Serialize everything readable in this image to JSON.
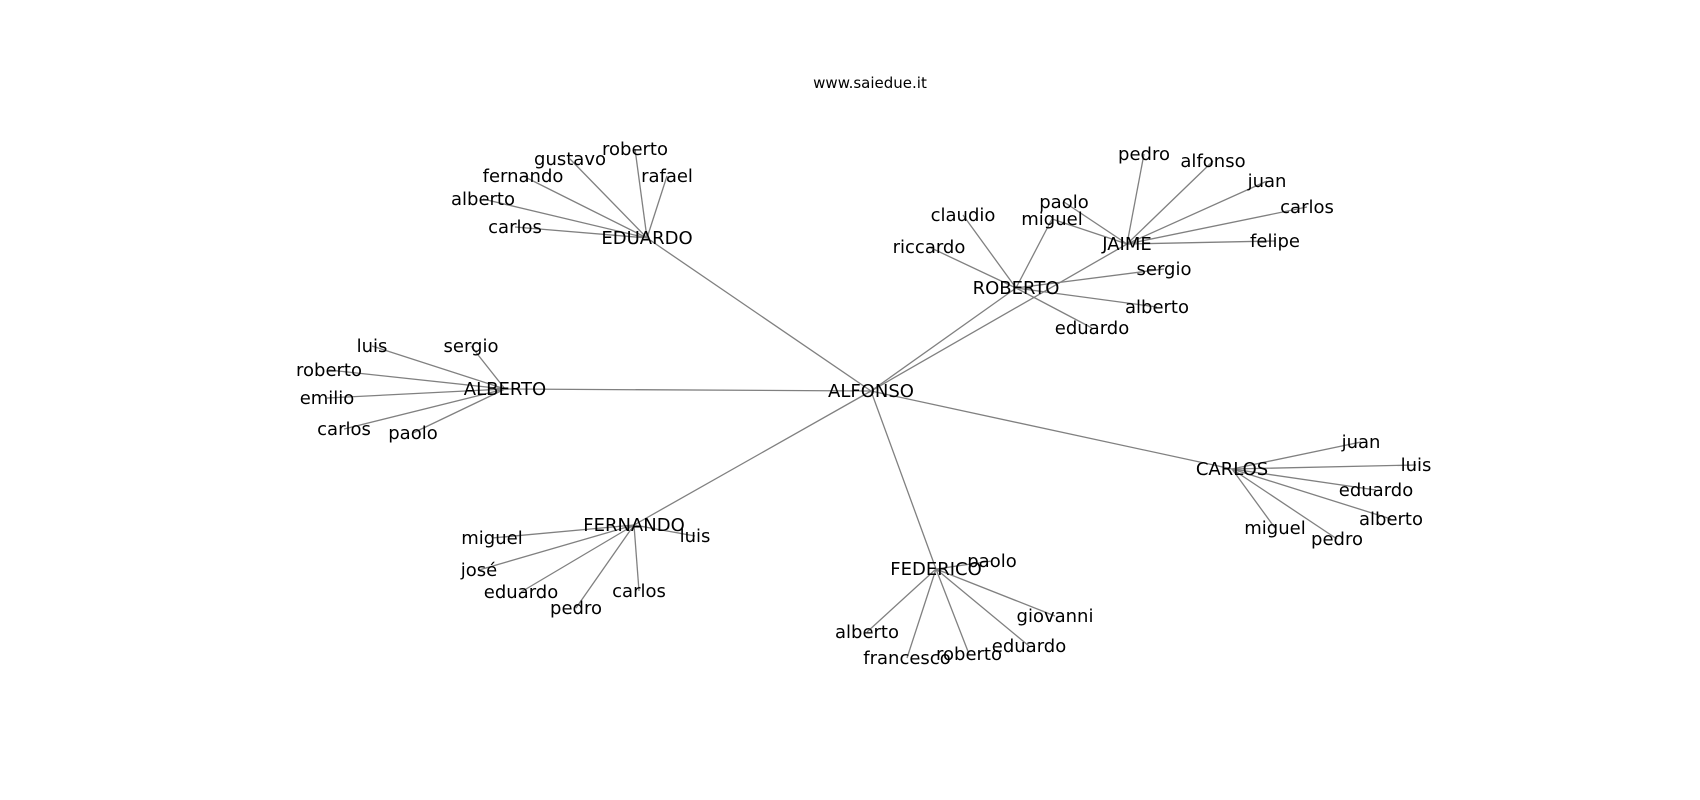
{
  "header": {
    "site": "www.saiedue.it"
  },
  "colors": {
    "edge": "#808080",
    "text": "#000000",
    "background": "#ffffff"
  },
  "nodes": [
    {
      "id": "alfonso",
      "label": "ALFONSO"
    },
    {
      "id": "eduardo",
      "label": "EDUARDO"
    },
    {
      "id": "roberto_main",
      "label": "ROBERTO"
    },
    {
      "id": "jaime",
      "label": "JAIME"
    },
    {
      "id": "alberto_main",
      "label": "ALBERTO"
    },
    {
      "id": "carlos_main",
      "label": "CARLOS"
    },
    {
      "id": "fernando_main",
      "label": "FERNANDO"
    },
    {
      "id": "federico",
      "label": "FEDERICO"
    },
    {
      "id": "ed_roberto",
      "label": "roberto"
    },
    {
      "id": "ed_gustavo",
      "label": "gustavo"
    },
    {
      "id": "ed_rafael",
      "label": "rafael"
    },
    {
      "id": "ed_fernando",
      "label": "fernando"
    },
    {
      "id": "ed_alberto",
      "label": "alberto"
    },
    {
      "id": "ed_carlos",
      "label": "carlos"
    },
    {
      "id": "ja_pedro",
      "label": "pedro"
    },
    {
      "id": "ja_alfonso",
      "label": "alfonso"
    },
    {
      "id": "ja_juan",
      "label": "juan"
    },
    {
      "id": "ja_carlos",
      "label": "carlos"
    },
    {
      "id": "ja_felipe",
      "label": "felipe"
    },
    {
      "id": "ja_paolo",
      "label": "paolo"
    },
    {
      "id": "ja_miguel",
      "label": "miguel"
    },
    {
      "id": "ro_claudio",
      "label": "claudio"
    },
    {
      "id": "ro_riccardo",
      "label": "riccardo"
    },
    {
      "id": "ro_sergio",
      "label": "sergio"
    },
    {
      "id": "ro_alberto",
      "label": "alberto"
    },
    {
      "id": "ro_eduardo",
      "label": "eduardo"
    },
    {
      "id": "al_luis",
      "label": "luis"
    },
    {
      "id": "al_sergio",
      "label": "sergio"
    },
    {
      "id": "al_roberto",
      "label": "roberto"
    },
    {
      "id": "al_emilio",
      "label": "emilio"
    },
    {
      "id": "al_carlos",
      "label": "carlos"
    },
    {
      "id": "al_paolo",
      "label": "paolo"
    },
    {
      "id": "ca_juan",
      "label": "juan"
    },
    {
      "id": "ca_luis",
      "label": "luis"
    },
    {
      "id": "ca_eduardo",
      "label": "eduardo"
    },
    {
      "id": "ca_alberto",
      "label": "alberto"
    },
    {
      "id": "ca_pedro",
      "label": "pedro"
    },
    {
      "id": "ca_miguel",
      "label": "miguel"
    },
    {
      "id": "fe_miguel",
      "label": "miguel"
    },
    {
      "id": "fe_luis",
      "label": "luis"
    },
    {
      "id": "fe_jose",
      "label": "josé"
    },
    {
      "id": "fe_eduardo",
      "label": "eduardo"
    },
    {
      "id": "fe_pedro",
      "label": "pedro"
    },
    {
      "id": "fe_carlos",
      "label": "carlos"
    },
    {
      "id": "fd_paolo",
      "label": "paolo"
    },
    {
      "id": "fd_giovanni",
      "label": "giovanni"
    },
    {
      "id": "fd_eduardo",
      "label": "eduardo"
    },
    {
      "id": "fd_roberto",
      "label": "roberto"
    },
    {
      "id": "fd_francesco",
      "label": "francesco"
    },
    {
      "id": "fd_alberto",
      "label": "alberto"
    }
  ],
  "edges": [
    [
      "alfonso",
      "eduardo"
    ],
    [
      "alfonso",
      "roberto_main"
    ],
    [
      "alfonso",
      "jaime"
    ],
    [
      "alfonso",
      "alberto_main"
    ],
    [
      "alfonso",
      "carlos_main"
    ],
    [
      "alfonso",
      "fernando_main"
    ],
    [
      "alfonso",
      "federico"
    ],
    [
      "eduardo",
      "ed_roberto"
    ],
    [
      "eduardo",
      "ed_gustavo"
    ],
    [
      "eduardo",
      "ed_rafael"
    ],
    [
      "eduardo",
      "ed_fernando"
    ],
    [
      "eduardo",
      "ed_alberto"
    ],
    [
      "eduardo",
      "ed_carlos"
    ],
    [
      "jaime",
      "ja_pedro"
    ],
    [
      "jaime",
      "ja_alfonso"
    ],
    [
      "jaime",
      "ja_juan"
    ],
    [
      "jaime",
      "ja_carlos"
    ],
    [
      "jaime",
      "ja_felipe"
    ],
    [
      "jaime",
      "ja_paolo"
    ],
    [
      "jaime",
      "ja_miguel"
    ],
    [
      "roberto_main",
      "ro_claudio"
    ],
    [
      "roberto_main",
      "ro_riccardo"
    ],
    [
      "roberto_main",
      "ro_sergio"
    ],
    [
      "roberto_main",
      "ro_alberto"
    ],
    [
      "roberto_main",
      "ro_eduardo"
    ],
    [
      "roberto_main",
      "ja_miguel"
    ],
    [
      "alberto_main",
      "al_luis"
    ],
    [
      "alberto_main",
      "al_sergio"
    ],
    [
      "alberto_main",
      "al_roberto"
    ],
    [
      "alberto_main",
      "al_emilio"
    ],
    [
      "alberto_main",
      "al_carlos"
    ],
    [
      "alberto_main",
      "al_paolo"
    ],
    [
      "carlos_main",
      "ca_juan"
    ],
    [
      "carlos_main",
      "ca_luis"
    ],
    [
      "carlos_main",
      "ca_eduardo"
    ],
    [
      "carlos_main",
      "ca_alberto"
    ],
    [
      "carlos_main",
      "ca_pedro"
    ],
    [
      "carlos_main",
      "ca_miguel"
    ],
    [
      "fernando_main",
      "fe_miguel"
    ],
    [
      "fernando_main",
      "fe_luis"
    ],
    [
      "fernando_main",
      "fe_jose"
    ],
    [
      "fernando_main",
      "fe_eduardo"
    ],
    [
      "fernando_main",
      "fe_pedro"
    ],
    [
      "fernando_main",
      "fe_carlos"
    ],
    [
      "federico",
      "fd_paolo"
    ],
    [
      "federico",
      "fd_giovanni"
    ],
    [
      "federico",
      "fd_eduardo"
    ],
    [
      "federico",
      "fd_roberto"
    ],
    [
      "federico",
      "fd_francesco"
    ],
    [
      "federico",
      "fd_alberto"
    ]
  ]
}
